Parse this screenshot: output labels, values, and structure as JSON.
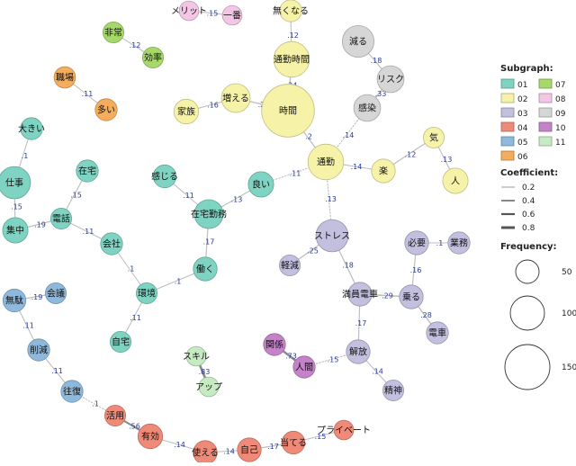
{
  "legend": {
    "subgraph_title": "Subgraph:",
    "subgraphs": [
      {
        "id": "01",
        "color": "#7fd3c2"
      },
      {
        "id": "07",
        "color": "#a6d86a"
      },
      {
        "id": "02",
        "color": "#f6f3a8"
      },
      {
        "id": "08",
        "color": "#f3c6e6"
      },
      {
        "id": "03",
        "color": "#c2bfdf"
      },
      {
        "id": "09",
        "color": "#d6d6d6"
      },
      {
        "id": "04",
        "color": "#f08a78"
      },
      {
        "id": "10",
        "color": "#c483c9"
      },
      {
        "id": "05",
        "color": "#8fb9dc"
      },
      {
        "id": "11",
        "color": "#c6eac2"
      },
      {
        "id": "06",
        "color": "#f3ad5c"
      }
    ],
    "coefficient_title": "Coefficient:",
    "coefficients": [
      "0.2",
      "0.4",
      "0.6",
      "0.8"
    ],
    "frequency_title": "Frequency:",
    "frequencies": [
      "50",
      "100",
      "150"
    ]
  },
  "nodes": [
    {
      "id": "merit",
      "label": "メリット",
      "group": "08",
      "freq": 6
    },
    {
      "id": "ichiban",
      "label": "一番",
      "group": "08",
      "freq": 6
    },
    {
      "id": "nakunaru",
      "label": "無くなる",
      "group": "02",
      "freq": 10
    },
    {
      "id": "tsuukinjikan",
      "label": "通勤時間",
      "group": "02",
      "freq": 55
    },
    {
      "id": "jikan",
      "label": "時間",
      "group": "02",
      "freq": 160
    },
    {
      "id": "fueru",
      "label": "増える",
      "group": "02",
      "freq": 28
    },
    {
      "id": "kazoku",
      "label": "家族",
      "group": "02",
      "freq": 16
    },
    {
      "id": "tsuukin",
      "label": "通勤",
      "group": "02",
      "freq": 55
    },
    {
      "id": "raku",
      "label": "楽",
      "group": "02",
      "freq": 14
    },
    {
      "id": "ki",
      "label": "気",
      "group": "02",
      "freq": 8
    },
    {
      "id": "hito",
      "label": "人",
      "group": "02",
      "freq": 18
    },
    {
      "id": "heru",
      "label": "減る",
      "group": "09",
      "freq": 38
    },
    {
      "id": "risuku",
      "label": "リスク",
      "group": "09",
      "freq": 22
    },
    {
      "id": "kansen",
      "label": "感染",
      "group": "09",
      "freq": 22
    },
    {
      "id": "hijou",
      "label": "非常",
      "group": "07",
      "freq": 8
    },
    {
      "id": "kouritsu",
      "label": "効率",
      "group": "07",
      "freq": 8
    },
    {
      "id": "shokuba",
      "label": "職場",
      "group": "06",
      "freq": 9
    },
    {
      "id": "ooi",
      "label": "多い",
      "group": "06",
      "freq": 10
    },
    {
      "id": "ookii",
      "label": "大きい",
      "group": "01",
      "freq": 10
    },
    {
      "id": "shigoto",
      "label": "仕事",
      "group": "01",
      "freq": 40
    },
    {
      "id": "shuuchuu",
      "label": "集中",
      "group": "01",
      "freq": 18
    },
    {
      "id": "denwa",
      "label": "電話",
      "group": "01",
      "freq": 8
    },
    {
      "id": "zaitaku",
      "label": "在宅",
      "group": "01",
      "freq": 10
    },
    {
      "id": "kanjiru",
      "label": "感じる",
      "group": "01",
      "freq": 12
    },
    {
      "id": "zaitakukinmu",
      "label": "在宅勤務",
      "group": "01",
      "freq": 28
    },
    {
      "id": "yoi",
      "label": "良い",
      "group": "01",
      "freq": 18
    },
    {
      "id": "kaisha",
      "label": "会社",
      "group": "01",
      "freq": 10
    },
    {
      "id": "hataraku",
      "label": "働く",
      "group": "01",
      "freq": 14
    },
    {
      "id": "kankyou",
      "label": "環境",
      "group": "01",
      "freq": 8
    },
    {
      "id": "jitaku",
      "label": "自宅",
      "group": "01",
      "freq": 8
    },
    {
      "id": "sutoresu",
      "label": "ストレス",
      "group": "03",
      "freq": 40
    },
    {
      "id": "keigen",
      "label": "軽減",
      "group": "03",
      "freq": 8
    },
    {
      "id": "hitsuyou",
      "label": "必要",
      "group": "03",
      "freq": 14
    },
    {
      "id": "gyoumu",
      "label": "業務",
      "group": "03",
      "freq": 10
    },
    {
      "id": "manin",
      "label": "満員電車",
      "group": "03",
      "freq": 14
    },
    {
      "id": "noru",
      "label": "乗る",
      "group": "03",
      "freq": 14
    },
    {
      "id": "densha",
      "label": "電車",
      "group": "03",
      "freq": 10
    },
    {
      "id": "kaihou",
      "label": "解放",
      "group": "03",
      "freq": 14
    },
    {
      "id": "seishin",
      "label": "精神",
      "group": "03",
      "freq": 8
    },
    {
      "id": "kankei",
      "label": "関係",
      "group": "10",
      "freq": 10
    },
    {
      "id": "ningen",
      "label": "人間",
      "group": "10",
      "freq": 10
    },
    {
      "id": "sukiru",
      "label": "スキル",
      "group": "11",
      "freq": 6
    },
    {
      "id": "appu",
      "label": "アップ",
      "group": "11",
      "freq": 6
    },
    {
      "id": "muda",
      "label": "無駄",
      "group": "05",
      "freq": 12
    },
    {
      "id": "kaigi",
      "label": "会議",
      "group": "05",
      "freq": 8
    },
    {
      "id": "sakugen",
      "label": "削減",
      "group": "05",
      "freq": 10
    },
    {
      "id": "oufuku",
      "label": "往復",
      "group": "05",
      "freq": 10
    },
    {
      "id": "katsuyou",
      "label": "活用",
      "group": "04",
      "freq": 8
    },
    {
      "id": "yuukou",
      "label": "有効",
      "group": "04",
      "freq": 16
    },
    {
      "id": "tsukaeru",
      "label": "使える",
      "group": "04",
      "freq": 14
    },
    {
      "id": "jiko",
      "label": "自己",
      "group": "04",
      "freq": 14
    },
    {
      "id": "ateru",
      "label": "当てる",
      "group": "04",
      "freq": 12
    },
    {
      "id": "puraibeeto",
      "label": "プライベート",
      "group": "04",
      "freq": 6
    }
  ],
  "edges": [
    {
      "from": "merit",
      "to": "ichiban",
      "label": ".15",
      "coef": 0.15
    },
    {
      "from": "nakunaru",
      "to": "tsuukinjikan",
      "label": ".12",
      "coef": 0.12
    },
    {
      "from": "tsuukinjikan",
      "to": "jikan",
      "label": ".24",
      "coef": 0.24
    },
    {
      "from": "fueru",
      "to": "jikan",
      "label": ".25",
      "coef": 0.25
    },
    {
      "from": "kazoku",
      "to": "fueru",
      "label": ".16",
      "coef": 0.16
    },
    {
      "from": "jikan",
      "to": "tsuukin",
      "label": ".2",
      "coef": 0.2
    },
    {
      "from": "tsuukin",
      "to": "raku",
      "label": ".14",
      "coef": 0.14
    },
    {
      "from": "raku",
      "to": "ki",
      "label": ".12",
      "coef": 0.12
    },
    {
      "from": "ki",
      "to": "hito",
      "label": ".13",
      "coef": 0.13
    },
    {
      "from": "heru",
      "to": "risuku",
      "label": ".18",
      "coef": 0.18
    },
    {
      "from": "risuku",
      "to": "kansen",
      "label": ".33",
      "coef": 0.33
    },
    {
      "from": "kansen",
      "to": "tsuukin",
      "label": ".14",
      "coef": 0.14
    },
    {
      "from": "hijou",
      "to": "kouritsu",
      "label": ".12",
      "coef": 0.12
    },
    {
      "from": "shokuba",
      "to": "ooi",
      "label": ".11",
      "coef": 0.11
    },
    {
      "from": "ookii",
      "to": "shigoto",
      "label": ".1",
      "coef": 0.1
    },
    {
      "from": "shigoto",
      "to": "shuuchuu",
      "label": ".15",
      "coef": 0.15
    },
    {
      "from": "shuuchuu",
      "to": "denwa",
      "label": ".19",
      "coef": 0.19
    },
    {
      "from": "zaitaku",
      "to": "denwa",
      "label": ".15",
      "coef": 0.15
    },
    {
      "from": "denwa",
      "to": "kaisha",
      "label": ".11",
      "coef": 0.11
    },
    {
      "from": "kanjiru",
      "to": "zaitakukinmu",
      "label": ".11",
      "coef": 0.11
    },
    {
      "from": "zaitakukinmu",
      "to": "yoi",
      "label": ".13",
      "coef": 0.13
    },
    {
      "from": "yoi",
      "to": "tsuukin",
      "label": ".11",
      "coef": 0.11
    },
    {
      "from": "zaitakukinmu",
      "to": "hataraku",
      "label": ".17",
      "coef": 0.17
    },
    {
      "from": "kaisha",
      "to": "kankyou",
      "label": ".1",
      "coef": 0.1
    },
    {
      "from": "hataraku",
      "to": "kankyou",
      "label": ".1",
      "coef": 0.1
    },
    {
      "from": "kankyou",
      "to": "jitaku",
      "label": ".11",
      "coef": 0.11
    },
    {
      "from": "tsuukin",
      "to": "sutoresu",
      "label": ".13",
      "coef": 0.13
    },
    {
      "from": "sutoresu",
      "to": "keigen",
      "label": ".25",
      "coef": 0.25
    },
    {
      "from": "sutoresu",
      "to": "manin",
      "label": ".18",
      "coef": 0.18
    },
    {
      "from": "hitsuyou",
      "to": "gyoumu",
      "label": ".1",
      "coef": 0.1
    },
    {
      "from": "hitsuyou",
      "to": "noru",
      "label": ".16",
      "coef": 0.16
    },
    {
      "from": "manin",
      "to": "noru",
      "label": ".29",
      "coef": 0.29
    },
    {
      "from": "noru",
      "to": "densha",
      "label": ".28",
      "coef": 0.28
    },
    {
      "from": "manin",
      "to": "kaihou",
      "label": ".17",
      "coef": 0.17
    },
    {
      "from": "kaihou",
      "to": "seishin",
      "label": ".14",
      "coef": 0.14
    },
    {
      "from": "kankei",
      "to": "ningen",
      "label": ".73",
      "coef": 0.73
    },
    {
      "from": "ningen",
      "to": "kaihou",
      "label": ".15",
      "coef": 0.15
    },
    {
      "from": "sukiru",
      "to": "appu",
      "label": ".83",
      "coef": 0.83
    },
    {
      "from": "muda",
      "to": "kaigi",
      "label": ".19",
      "coef": 0.19
    },
    {
      "from": "muda",
      "to": "sakugen",
      "label": ".11",
      "coef": 0.11
    },
    {
      "from": "sakugen",
      "to": "oufuku",
      "label": ".11",
      "coef": 0.11
    },
    {
      "from": "oufuku",
      "to": "katsuyou",
      "label": ".1",
      "coef": 0.1
    },
    {
      "from": "katsuyou",
      "to": "yuukou",
      "label": ".56",
      "coef": 0.56
    },
    {
      "from": "yuukou",
      "to": "tsukaeru",
      "label": ".14",
      "coef": 0.14
    },
    {
      "from": "tsukaeru",
      "to": "jiko",
      "label": ".14",
      "coef": 0.14
    },
    {
      "from": "jiko",
      "to": "ateru",
      "label": ".17",
      "coef": 0.17
    },
    {
      "from": "ateru",
      "to": "puraibeeto",
      "label": ".15",
      "coef": 0.15
    }
  ]
}
